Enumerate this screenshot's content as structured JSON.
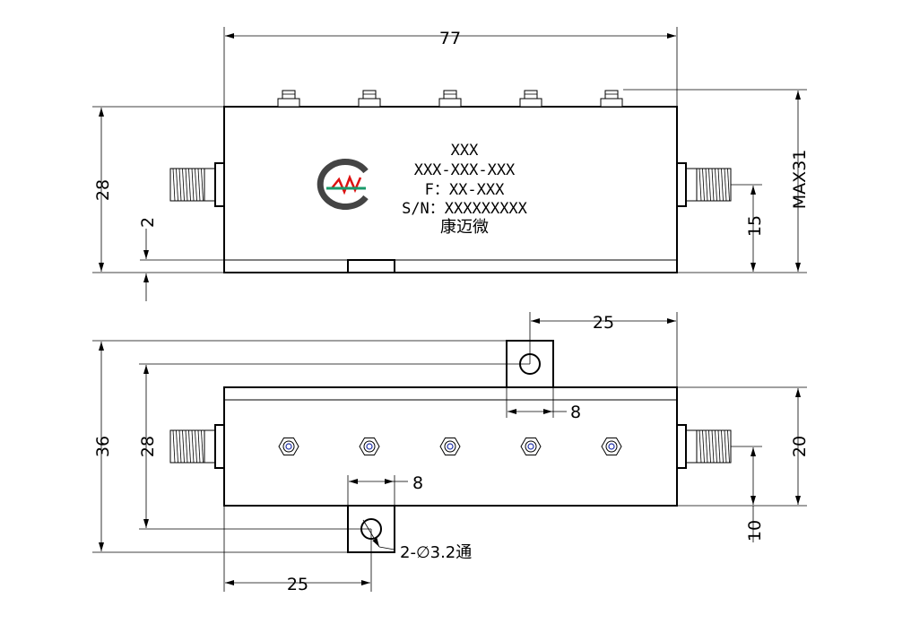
{
  "top_view": {
    "label_lines": [
      "XXX",
      "XXX-XXX-XXX",
      "F：XX-XXX",
      "S/N：XXXXXXXXX",
      "康迈微"
    ],
    "dims": {
      "length": "77",
      "height": "28",
      "offset_small": "2",
      "connector_height": "15",
      "max_height": "MAX31"
    },
    "tuning_screws": 5
  },
  "bottom_view": {
    "dims": {
      "width_total": "36",
      "hole_span": "28",
      "body_height": "20",
      "connector_offset": "10",
      "tab_offset_top": "25",
      "tab_offset_bottom": "25",
      "tab_width_top": "8",
      "tab_width_bottom": "8",
      "hole_note": "2-∅3.2通"
    },
    "tuning_screws": 5
  },
  "colors": {
    "logo_gray": "#444444",
    "logo_green": "#1a9a6a",
    "logo_red": "#dd1111",
    "screw_blue": "#2233aa"
  }
}
